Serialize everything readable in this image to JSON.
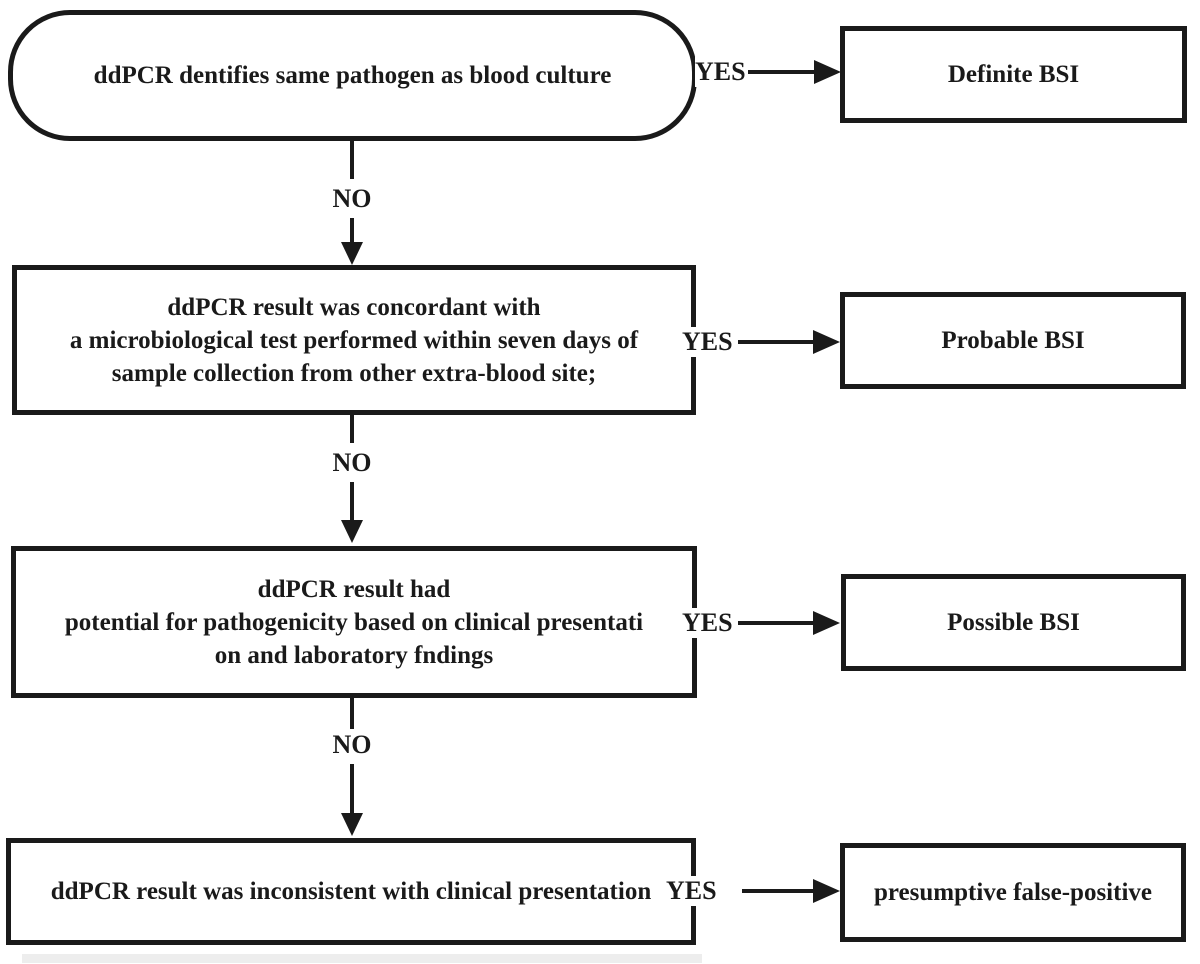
{
  "diagram": {
    "yes_label": "YES",
    "no_label": "NO",
    "decisions": [
      {
        "lines": [
          "ddPCR dentifies same pathogen as blood culture"
        ]
      },
      {
        "lines": [
          "ddPCR result was concordant with",
          "a microbiological test performed within seven days of",
          "sample collection from other extra-blood site;"
        ]
      },
      {
        "lines": [
          "ddPCR result had",
          "potential for pathogenicity based on clinical presentati",
          "on and laboratory fndings"
        ]
      },
      {
        "lines": [
          "ddPCR result was inconsistent with clinical presentation"
        ]
      }
    ],
    "outcomes": [
      {
        "label": "Definite BSI"
      },
      {
        "label": "Probable BSI"
      },
      {
        "label": "Possible BSI"
      },
      {
        "label": "presumptive false-positive"
      }
    ],
    "colors": {
      "stroke": "#1a1a1a",
      "background": "#ffffff"
    }
  }
}
